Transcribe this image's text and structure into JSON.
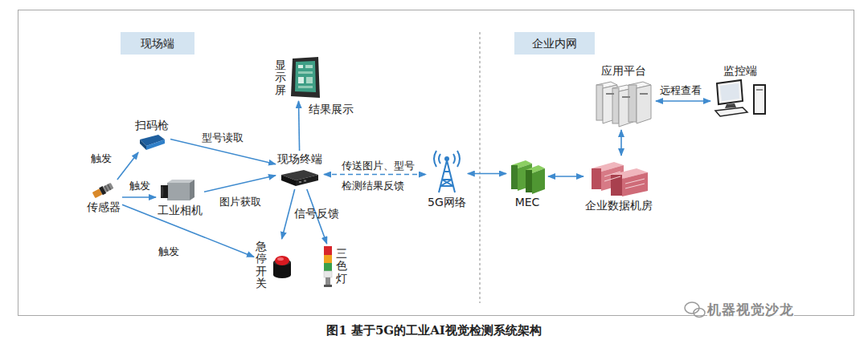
{
  "diagram": {
    "caption": "图1 基于5G的工业AI视觉检测系统架构",
    "nodes": [
      {
        "text": [
          "现场端"
        ]
      },
      {
        "text": [
          "企业内网"
        ]
      },
      {
        "text": [
          "显示屏"
        ]
      },
      {
        "text": [
          "扫码枪"
        ]
      },
      {
        "text": [
          "传感器"
        ]
      },
      {
        "text": [
          "工业相机"
        ]
      },
      {
        "text": [
          "现场终端"
        ]
      },
      {
        "text": [
          "急停开关"
        ]
      },
      {
        "text": [
          "三色灯"
        ]
      },
      {
        "text": [
          "5G网络"
        ]
      },
      {
        "text": [
          "MEC"
        ]
      },
      {
        "text": [
          "企业数据机房"
        ]
      },
      {
        "text": [
          "应用平台"
        ]
      },
      {
        "text": [
          "监控端"
        ]
      }
    ],
    "edges": [
      {
        "from": 4,
        "to": 3,
        "arrow": "to",
        "label": "触发"
      },
      {
        "from": 4,
        "to": 5,
        "arrow": "to",
        "label": "触发"
      },
      {
        "from": 4,
        "to": 7,
        "arrow": "to",
        "label": "触发"
      },
      {
        "from": 3,
        "to": 6,
        "arrow": "to",
        "label": "型号读取"
      },
      {
        "from": 5,
        "to": 6,
        "arrow": "to",
        "label": "图片获取"
      },
      {
        "from": 6,
        "to": 2,
        "arrow": "to",
        "label": "结果展示"
      },
      {
        "from": 6,
        "to": 7,
        "arrow": "to",
        "label": "信号反馈"
      },
      {
        "from": 6,
        "to": 8,
        "arrow": "to"
      },
      {
        "from": 6,
        "to": 9,
        "arrow": "both",
        "label": "传送图片、型号"
      },
      {
        "from": 9,
        "to": 10,
        "arrow": "both"
      },
      {
        "from": 10,
        "to": 11,
        "arrow": "both"
      },
      {
        "from": 11,
        "to": 12,
        "arrow": "both"
      },
      {
        "from": 12,
        "to": 13,
        "arrow": "both",
        "label": "远程查看"
      }
    ],
    "labels": [
      "检测结果反馈",
      "机器视觉沙龙"
    ]
  }
}
